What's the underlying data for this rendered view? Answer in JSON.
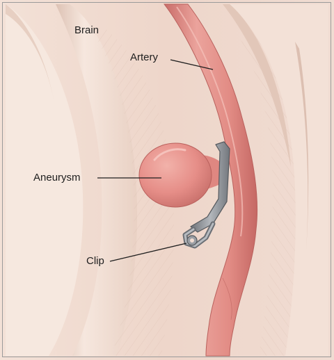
{
  "labels": {
    "brain": "Brain",
    "artery": "Artery",
    "aneurysm": "Aneurysm",
    "clip": "Clip"
  },
  "colors": {
    "background_skin": "#f1ddd3",
    "brain_fold": "#f4e2d8",
    "fold_shadow": "#dcbfb1",
    "artery": "#e5908a",
    "artery_edge": "#c9716c",
    "aneurysm": "#e68e88",
    "clip": "#8c9096",
    "frame": "#9a9a9a"
  }
}
